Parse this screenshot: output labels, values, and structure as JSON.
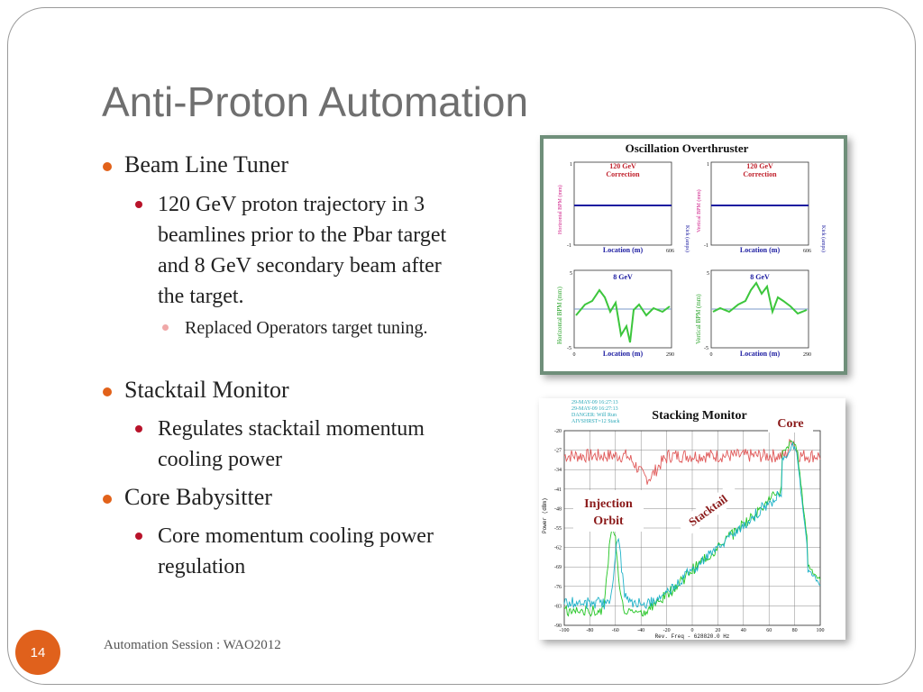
{
  "slide": {
    "title": "Anti-Proton Automation",
    "footer": "Automation Session : WAO2012",
    "page_number": "14",
    "bullets": [
      {
        "text": "Beam Line Tuner",
        "sub": [
          {
            "text": "120 GeV proton trajectory in 3 beamlines prior to the Pbar target and 8 GeV secondary beam after the target.",
            "sub": [
              {
                "text": "Replaced Operators target tuning."
              }
            ]
          }
        ]
      },
      {
        "text": "Stacktail Monitor",
        "sub": [
          {
            "text": "Regulates stacktail momentum cooling power"
          }
        ]
      },
      {
        "text": "Core Babysitter",
        "sub": [
          {
            "text": "Core momentum cooling power regulation"
          }
        ]
      }
    ]
  },
  "figure1": {
    "title": "Oscillation Overthruster",
    "panels": [
      {
        "label": "120 GeV",
        "label2": "Correction",
        "ylabel": "Horizontal BPM (mm)",
        "ylabel_right": "Kick (amps)",
        "xlabel": "Location (m)",
        "xmax": "606",
        "ytop": "1",
        "ybot": "-1"
      },
      {
        "label": "120 GeV",
        "label2": "Correction",
        "ylabel": "Vertical BPM (mm)",
        "ylabel_right": "Kick (amps)",
        "xlabel": "Location (m)",
        "xmax": "606",
        "ytop": "1",
        "ybot": "-1"
      },
      {
        "label": "8 GeV",
        "ylabel": "Horizontal BPM (mm)",
        "xlabel": "Location (m)",
        "xmin": "0",
        "xmax": "290",
        "ytop": "5",
        "ybot": "-5"
      },
      {
        "label": "8 GeV",
        "ylabel": "Vertical BPM (mm)",
        "xlabel": "Location (m)",
        "xmin": "0",
        "xmax": "290",
        "ytop": "5",
        "ybot": "-5"
      }
    ]
  },
  "figure2": {
    "title": "Stacking Monitor",
    "header_lines": [
      "29-MAY-09 16:27:13",
      "29-MAY-09 16:27:13",
      "DANGER: Will Run",
      "AIVSHRST=12 Stack"
    ],
    "annotations": {
      "core": "Core",
      "injection": "Injection",
      "orbit": "Orbit",
      "stacktail": "Stacktail"
    },
    "ylabel": "Power (dBm)",
    "yticks": [
      "-20",
      "-27",
      "-34",
      "-41",
      "-48",
      "-55",
      "-62",
      "-69",
      "-76",
      "-83",
      "-90"
    ],
    "xticks": [
      "-100",
      "-80",
      "-60",
      "-40",
      "-20",
      "0",
      "20",
      "40",
      "60",
      "80",
      "100"
    ],
    "xlabel": "Rev. Freq - 628820.0 Hz",
    "colors": {
      "red": "#e05a5a",
      "green": "#22c522",
      "cyan": "#1fb2c8"
    }
  }
}
